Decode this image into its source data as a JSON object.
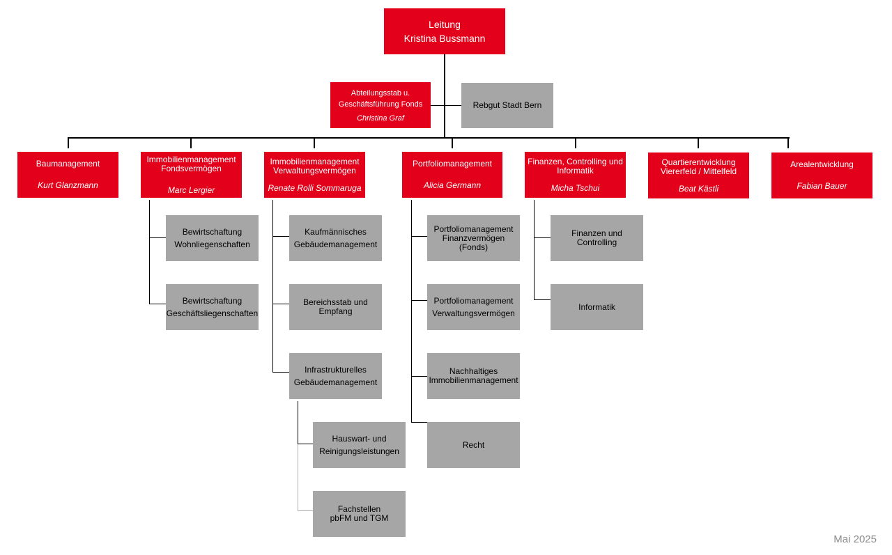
{
  "top": {
    "title": "Leitung",
    "name": "Kristina Bussmann"
  },
  "staff": {
    "title": "Abteilungsstab u. Geschäftsführung Fonds",
    "name": "Christina Graf"
  },
  "rebgut": {
    "title": "Rebgut Stadt Bern"
  },
  "departments": [
    {
      "title": "Baumanagement",
      "name": "Kurt Glanzmann"
    },
    {
      "title": "Immobilienmanagement Fondsvermögen",
      "name": "Marc Lergier"
    },
    {
      "title": "Immobilienmanagement Verwaltungsvermögen",
      "name": "Renate Rolli Sommaruga"
    },
    {
      "title": "Portfoliomanagement",
      "name": "Alicia Germann"
    },
    {
      "title": "Finanzen, Controlling und Informatik",
      "name": "Micha Tschui"
    },
    {
      "title": "Quartierentwicklung Viererfeld / Mittelfeld",
      "name": "Beat Kästli"
    },
    {
      "title": "Arealentwicklung",
      "name": "Fabian Bauer"
    }
  ],
  "units": {
    "fonds": [
      "Bewirtschaftung Wohnliegenschaften",
      "Bewirtschaftung Geschäftsliegenschaften"
    ],
    "verwaltung": [
      "Kaufmännisches Gebäudemanagement",
      "Bereichsstab und Empfang",
      "Infrastrukturelles Gebäudemanagement"
    ],
    "infra": [
      "Hauswart- und Reinigungsleistungen",
      "Fachstellen pbFM und TGM"
    ],
    "portfolio": [
      "Portfoliomanagement Finanzvermögen (Fonds)",
      "Portfoliomanagement Verwaltungsvermögen",
      "Nachhaltiges Immobilienmanagement",
      "Recht"
    ],
    "finanzen": [
      "Finanzen und Controlling",
      "Informatik"
    ]
  },
  "footer": "Mai 2025",
  "colors": {
    "red": "#e2001a",
    "grey": "#a6a6a6",
    "line": "#000000",
    "footer": "#8c8c8c"
  }
}
